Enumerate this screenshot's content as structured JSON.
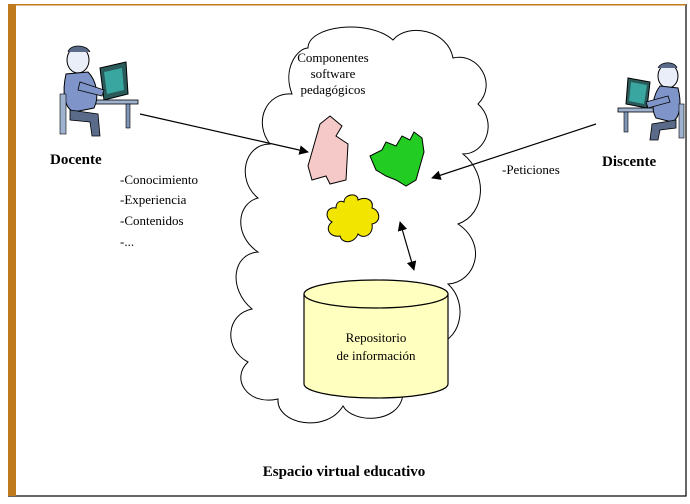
{
  "diagram": {
    "caption": "Espacio virtual educativo",
    "docente": {
      "label": "Docente",
      "contributions": [
        "-Conocimiento",
        "-Experiencia",
        "-Contenidos",
        "-..."
      ]
    },
    "discente": {
      "label": "Discente",
      "request_label": "-Peticiones"
    },
    "components": {
      "label_lines": [
        "Componentes",
        "software",
        "pedagógicos"
      ],
      "colors": {
        "pink": "#f6c9c9",
        "green": "#22cc22",
        "yellow": "#f2e600"
      }
    },
    "repository": {
      "label_lines": [
        "Repositorio",
        "de información"
      ],
      "fill": "#ffffc0"
    },
    "colors": {
      "frame_border": "#c07a1e",
      "cloud_stroke": "#000000"
    }
  }
}
